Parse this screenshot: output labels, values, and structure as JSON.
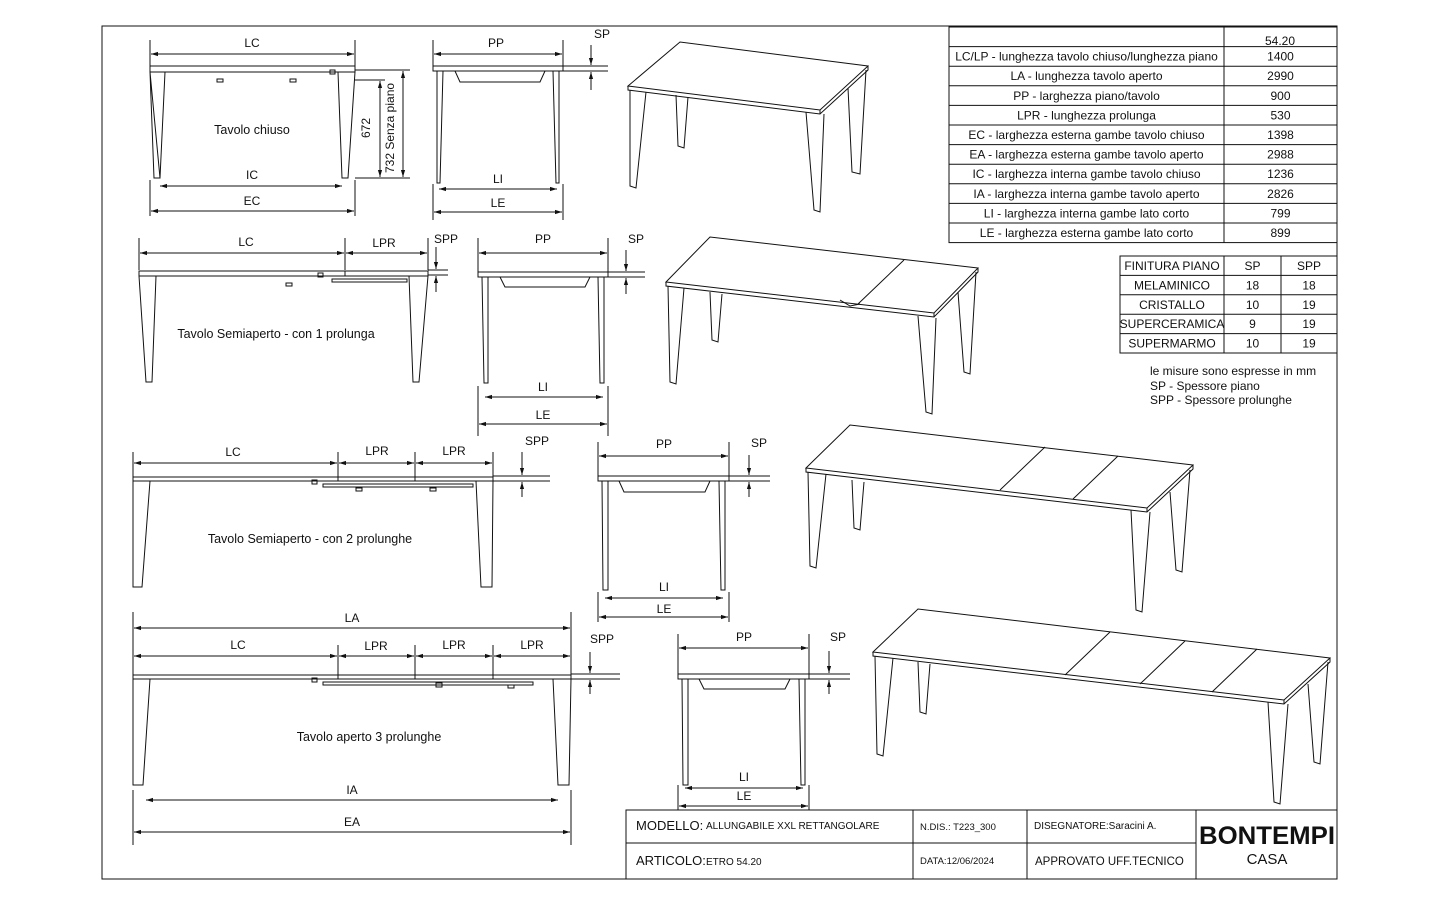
{
  "views": {
    "closed": {
      "caption": "Tavolo chiuso",
      "lc": "LC",
      "ic": "IC",
      "ec": "EC",
      "h672": "672",
      "h732": "732 Senza piano",
      "pp": "PP",
      "sp": "SP",
      "li": "LI",
      "le": "LE"
    },
    "one_ext": {
      "caption": "Tavolo Semiaperto - con 1 prolunga",
      "lc": "LC",
      "lpr": "LPR",
      "spp": "SPP",
      "pp": "PP",
      "sp": "SP",
      "li": "LI",
      "le": "LE"
    },
    "two_ext": {
      "caption": "Tavolo Semiaperto - con 2 prolunghe",
      "lc": "LC",
      "lpr1": "LPR",
      "lpr2": "LPR",
      "spp": "SPP",
      "pp": "PP",
      "sp": "SP",
      "li": "LI",
      "le": "LE"
    },
    "three_ext": {
      "caption": "Tavolo aperto 3 prolunghe",
      "la": "LA",
      "lc": "LC",
      "lpr1": "LPR",
      "lpr2": "LPR",
      "lpr3": "LPR",
      "spp": "SPP",
      "ia": "IA",
      "ea": "EA",
      "pp": "PP",
      "sp": "SP",
      "li": "LI",
      "le": "LE"
    }
  },
  "dimension_table": {
    "header": "54.20",
    "rows": [
      {
        "label": "LC/LP - lunghezza tavolo chiuso/lunghezza piano",
        "value": "1400"
      },
      {
        "label": "LA - lunghezza tavolo aperto",
        "value": "2990"
      },
      {
        "label": "PP - larghezza piano/tavolo",
        "value": "900"
      },
      {
        "label": "LPR - lunghezza prolunga",
        "value": "530"
      },
      {
        "label": "EC - larghezza esterna gambe tavolo chiuso",
        "value": "1398"
      },
      {
        "label": "EA - larghezza esterna gambe tavolo aperto",
        "value": "2988"
      },
      {
        "label": "IC - larghezza interna gambe tavolo chiuso",
        "value": "1236"
      },
      {
        "label": "IA - larghezza interna gambe tavolo aperto",
        "value": "2826"
      },
      {
        "label": "LI - larghezza interna gambe lato corto",
        "value": "799"
      },
      {
        "label": "LE - larghezza esterna gambe lato corto",
        "value": "899"
      }
    ]
  },
  "finish_table": {
    "headers": [
      "FINITURA PIANO",
      "SP",
      "SPP"
    ],
    "rows": [
      [
        "MELAMINICO",
        "18",
        "18"
      ],
      [
        "CRISTALLO",
        "10",
        "19"
      ],
      [
        "SUPERCERAMICA",
        "9",
        "19"
      ],
      [
        "SUPERMARMO",
        "10",
        "19"
      ]
    ]
  },
  "notes": [
    "le misure sono espresse in mm",
    "SP - Spessore piano",
    "SPP - Spessore prolunghe"
  ],
  "title_block": {
    "modello_label": "MODELLO:",
    "modello_value": "ALLUNGABILE XXL RETTANGOLARE",
    "ndis": "N.DIS.: T223_300",
    "disegnatore": "DISEGNATORE:Saracini A.",
    "articolo_label": "ARTICOLO:",
    "articolo_value": "ETRO 54.20",
    "data": "DATA:12/06/2024",
    "approvato": "APPROVATO UFF.TECNICO",
    "brand_main": "BONTEMPI",
    "brand_sub": "CASA"
  }
}
